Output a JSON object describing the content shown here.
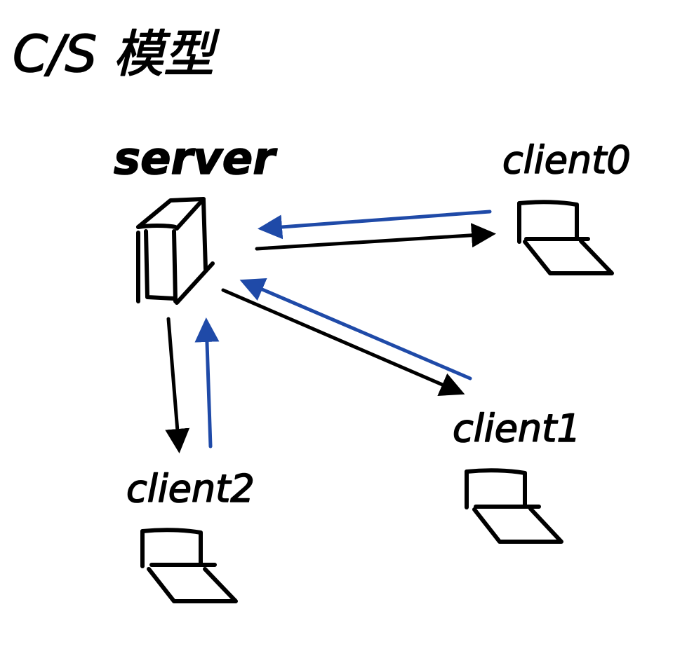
{
  "diagram": {
    "title": "C/S 模型",
    "colors": {
      "ink": "#000000",
      "request_arrow": "#1f4aa8",
      "response_arrow": "#000000",
      "background": "#ffffff"
    },
    "nodes": {
      "server": {
        "label": "server",
        "icon": "server-tower-icon"
      },
      "client0": {
        "label": "client0",
        "icon": "laptop-icon"
      },
      "client1": {
        "label": "client1",
        "icon": "laptop-icon"
      },
      "client2": {
        "label": "client2",
        "icon": "laptop-icon"
      }
    },
    "connections": [
      {
        "from": "client0",
        "to": "server",
        "color": "blue"
      },
      {
        "from": "server",
        "to": "client0",
        "color": "black"
      },
      {
        "from": "client1",
        "to": "server",
        "color": "blue"
      },
      {
        "from": "server",
        "to": "client1",
        "color": "black"
      },
      {
        "from": "client2",
        "to": "server",
        "color": "blue"
      },
      {
        "from": "server",
        "to": "client2",
        "color": "black"
      }
    ]
  }
}
